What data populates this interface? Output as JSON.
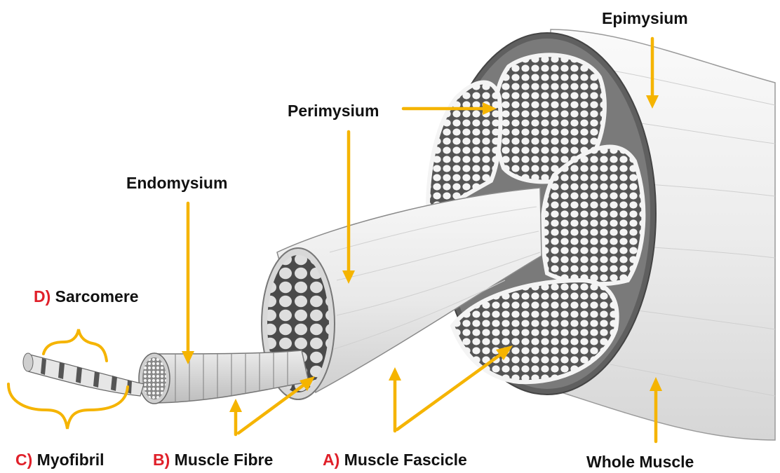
{
  "labels": {
    "epimysium": "Epimysium",
    "perimysium": "Perimysium",
    "endomysium": "Endomysium",
    "sarcomere": {
      "letter": "D)",
      "text": "Sarcomere"
    },
    "myofibril": {
      "letter": "C)",
      "text": "Myofibril"
    },
    "muscle_fibre": {
      "letter": "B)",
      "text": "Muscle Fibre"
    },
    "muscle_fascicle": {
      "letter": "A)",
      "text": "Muscle Fascicle"
    },
    "whole_muscle": "Whole Muscle"
  },
  "colors": {
    "arrow": "#f5b400",
    "letter": "#e0202a",
    "text": "#111111",
    "tissue_fill": "#f1f1f1",
    "tissue_shade": "#d9d9d9",
    "sheath": "#6a6a6a",
    "outline": "#555555"
  }
}
